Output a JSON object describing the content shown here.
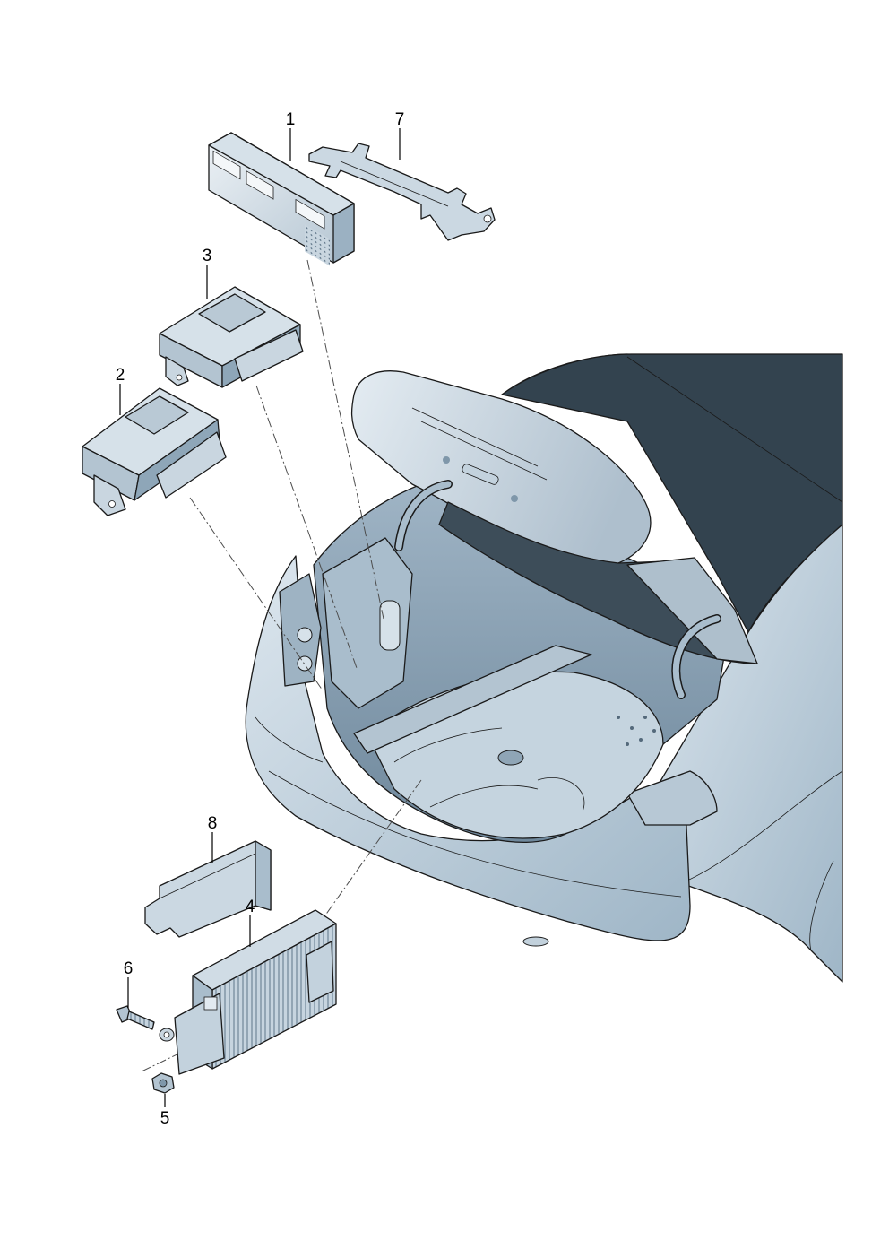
{
  "colors": {
    "part_light": "#e9eef2",
    "part_mid": "#b9c9d5",
    "part_dark": "#7f97aa",
    "body_light": "#d3dfe8",
    "body_mid": "#a9bfcf",
    "body_dark": "#6e879b",
    "cavity": "#8ea6b8",
    "interior_dark": "#2f3d48"
  },
  "callouts": [
    {
      "id": "1",
      "label": "1",
      "part": "control-unit-large"
    },
    {
      "id": "7",
      "label": "7",
      "part": "mounting-bracket"
    },
    {
      "id": "3",
      "label": "3",
      "part": "control-unit-upper"
    },
    {
      "id": "2",
      "label": "2",
      "part": "control-unit-lower"
    },
    {
      "id": "8",
      "label": "8",
      "part": "cover"
    },
    {
      "id": "4",
      "label": "4",
      "part": "amplifier"
    },
    {
      "id": "6",
      "label": "6",
      "part": "bolt"
    },
    {
      "id": "5",
      "label": "5",
      "part": "nut"
    }
  ]
}
